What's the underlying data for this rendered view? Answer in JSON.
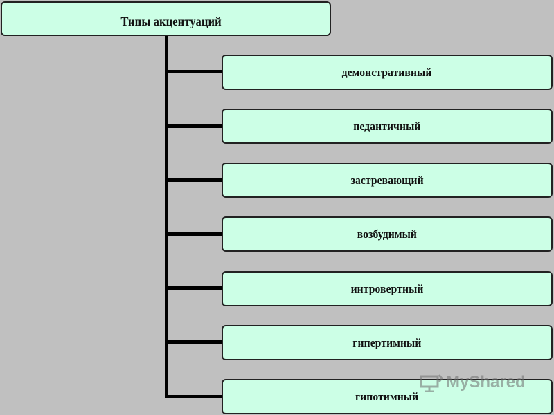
{
  "diagram": {
    "root": "Типы акцентуаций",
    "children": [
      "демонстративный",
      "педантичный",
      "застревающий",
      "возбудимый",
      "интровертный",
      "гипертимный",
      "гипотимный"
    ]
  },
  "watermark": {
    "label": "MyShared",
    "icon": "presentation-screen-icon"
  },
  "colors": {
    "background": "#c0c0c0",
    "box_fill": "#ccffe6",
    "box_border": "#222222",
    "connector": "#000000",
    "watermark": "#6f6f6f"
  }
}
